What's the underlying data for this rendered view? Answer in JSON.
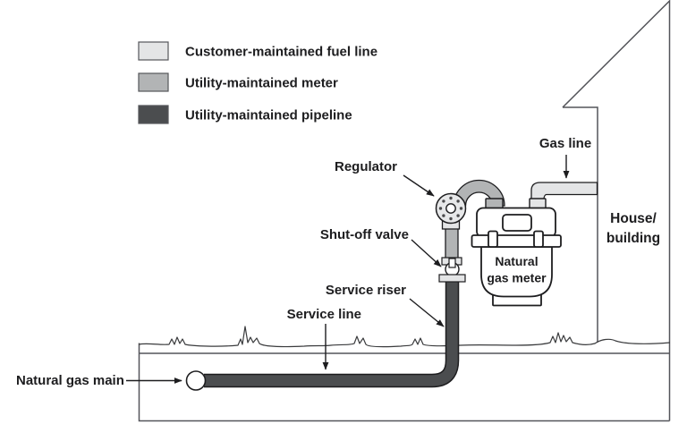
{
  "legend": {
    "items": [
      {
        "label": "Customer-maintained fuel line",
        "color": "#e4e5e6"
      },
      {
        "label": "Utility-maintained meter",
        "color": "#b2b4b5"
      },
      {
        "label": "Utility-maintained pipeline",
        "color": "#4b4d4f"
      }
    ]
  },
  "labels": {
    "regulator": "Regulator",
    "shut_off_valve": "Shut-off valve",
    "service_riser": "Service riser",
    "service_line": "Service line",
    "natural_gas_main": "Natural gas main",
    "gas_line": "Gas line",
    "house": {
      "line1": "House/",
      "line2": "building"
    },
    "meter": {
      "line1": "Natural",
      "line2": "gas meter"
    }
  },
  "colors": {
    "customer_fuel_line": "#e4e5e6",
    "utility_meter": "#b2b4b5",
    "utility_pipeline": "#4b4d4f",
    "outline": "#1d1d1f"
  }
}
